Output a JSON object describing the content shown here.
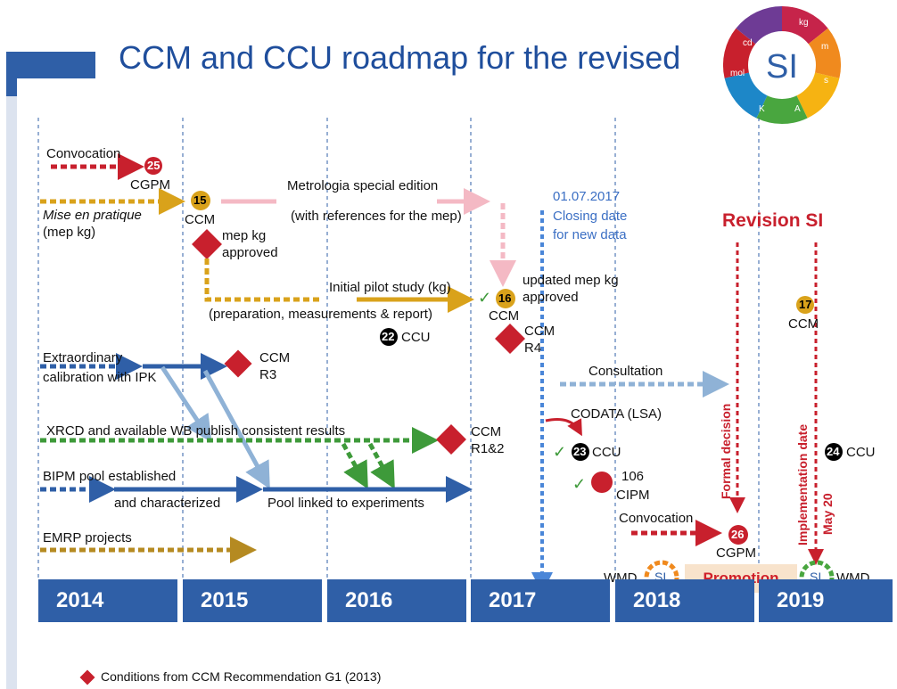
{
  "header": {
    "title": "CCM and CCU roadmap for the revised"
  },
  "logo": {
    "center": "SI",
    "units": [
      "kg",
      "m",
      "s",
      "A",
      "K",
      "mol",
      "cd"
    ]
  },
  "years": [
    "2014",
    "2015",
    "2016",
    "2017",
    "2018",
    "2019"
  ],
  "events": {
    "convocation_1": "Convocation",
    "cgpm_25_num": "25",
    "cgpm_25_label": "CGPM",
    "ccm_15_num": "15",
    "ccm_15_label": "CCM",
    "mise": "Mise en pratique",
    "mep_kg": "(mep kg)",
    "metrologia_1": "Metrologia special edition",
    "metrologia_2": "(with references for the mep)",
    "mep_approved_1": "mep kg",
    "mep_approved_2": "approved",
    "closing_1": "01.07.2017",
    "closing_2": "Closing date",
    "closing_3": "for new data",
    "revision_si": "Revision SI",
    "pilot_1": "Initial pilot study (kg)",
    "pilot_2": "(preparation, measurements & report)",
    "updated_1": "updated mep kg",
    "updated_2": "approved",
    "ccm_16_num": "16",
    "ccm_16_label": "CCM",
    "ccu_22_num": "22",
    "ccu_22_label": "CCU",
    "ccm_r4_1": "CCM",
    "ccm_r4_2": "R4",
    "ccm_17_num": "17",
    "ccm_17_label": "CCM",
    "extra_1": "Extraordinary",
    "extra_2": "calibration with IPK",
    "ccm_r3_1": "CCM",
    "ccm_r3_2": "R3",
    "consultation": "Consultation",
    "formal_decision": "Formal decision",
    "implementation_1": "Implementation date",
    "implementation_2": "May 20",
    "xrcd": "XRCD and available WB publish consistent results",
    "ccm_r12_1": "CCM",
    "ccm_r12_2": "R1&2",
    "codata": "CODATA (LSA)",
    "ccu_23_num": "23",
    "ccu_23_label": "CCU",
    "ccu_24_num": "24",
    "ccu_24_label": "CCU",
    "bipm_1": "BIPM pool established",
    "bipm_2": "and characterized",
    "pool": "Pool linked to experiments",
    "cipm_106_num": "106",
    "cipm_106_label": "CIPM",
    "convocation_2": "Convocation",
    "cgpm_26_num": "26",
    "cgpm_26_label": "CGPM",
    "emrp": "EMRP projects",
    "wmd_left": "WMD",
    "wmd_right": "WMD",
    "promotion": "Promotion",
    "check": "✓"
  },
  "legend": {
    "text": "Conditions from CCM Recommendation G1 (2013)"
  },
  "colors": {
    "title_blue": "#1f4e9c",
    "year_bar": "#2f5fa7",
    "dark_blue": "#2f5fa7",
    "gold": "#d9a21b",
    "pink": "#f4b9c4",
    "red": "#c8202d",
    "green": "#3e9a3a",
    "light_blue": "#8fb2d6",
    "olive": "#b58a21",
    "promo_bg": "#f8e3cc"
  }
}
